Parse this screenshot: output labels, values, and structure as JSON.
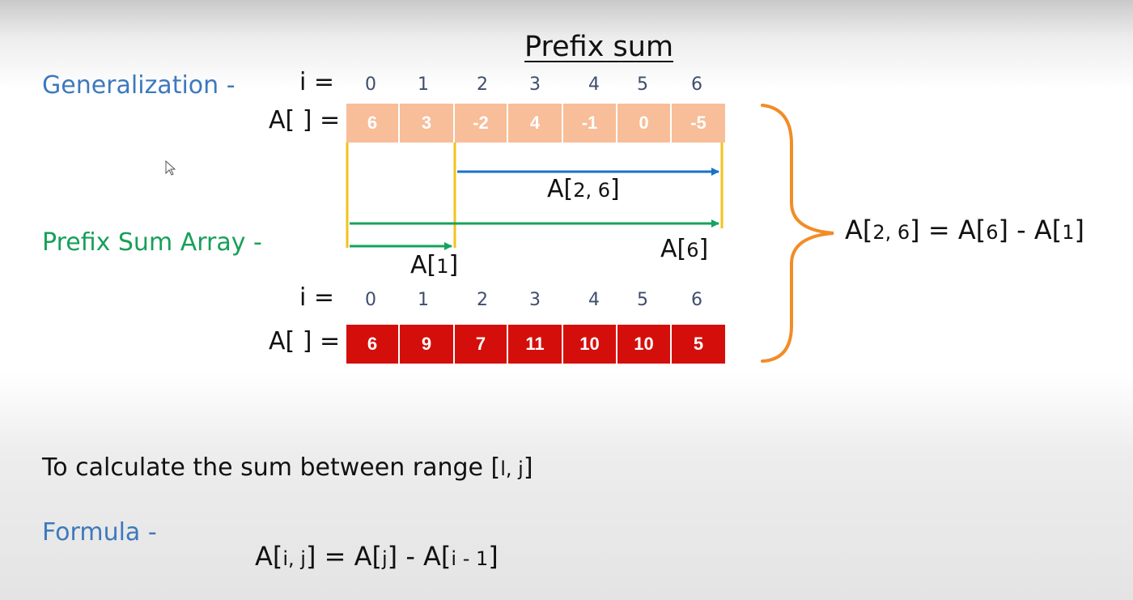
{
  "title": "Prefix sum",
  "sections": {
    "generalization": "Generalization -",
    "prefix_sum_array": "Prefix Sum Array -",
    "formula": "Formula -"
  },
  "index_label": "i =",
  "array_label": "A[ ] =",
  "indices": [
    "0",
    "1",
    "2",
    "3",
    "4",
    "5",
    "6"
  ],
  "original_array": [
    "6",
    "3",
    "-2",
    "4",
    "-1",
    "0",
    "-5"
  ],
  "prefix_array": [
    "6",
    "9",
    "7",
    "11",
    "10",
    "10",
    "5"
  ],
  "range_labels": {
    "range_26": {
      "a": "A[",
      "sub": "2, 6",
      "b": "]"
    },
    "prefix_1": {
      "a": "A[",
      "sub": "1",
      "b": "]"
    },
    "prefix_6": {
      "a": "A[",
      "sub": "6",
      "b": "]"
    }
  },
  "equation_rhs": {
    "p1": "A[",
    "s1": "2, 6",
    "p2": "] = A[",
    "s2": "6",
    "p3": "]  - A[",
    "s3": "1",
    "p4": "]"
  },
  "note": {
    "text": "To calculate the sum between range [",
    "sub": "l, j",
    "end": "]"
  },
  "formula": {
    "p1": "A[",
    "s1": "i, j",
    "p2": "] =  A[",
    "s2": "j",
    "p3": "]  - A[",
    "s3": "i - 1",
    "p4": "]"
  },
  "colors": {
    "generalization": "#3d79bd",
    "prefix_sum_array": "#17a05a",
    "original_cells": "#f8bd99",
    "prefix_cells": "#d40f0b",
    "blue_arrow": "#1a72c9",
    "green_arrow": "#16a35d",
    "yellow_lines": "#f3c21b",
    "brace": "#f28c28"
  }
}
